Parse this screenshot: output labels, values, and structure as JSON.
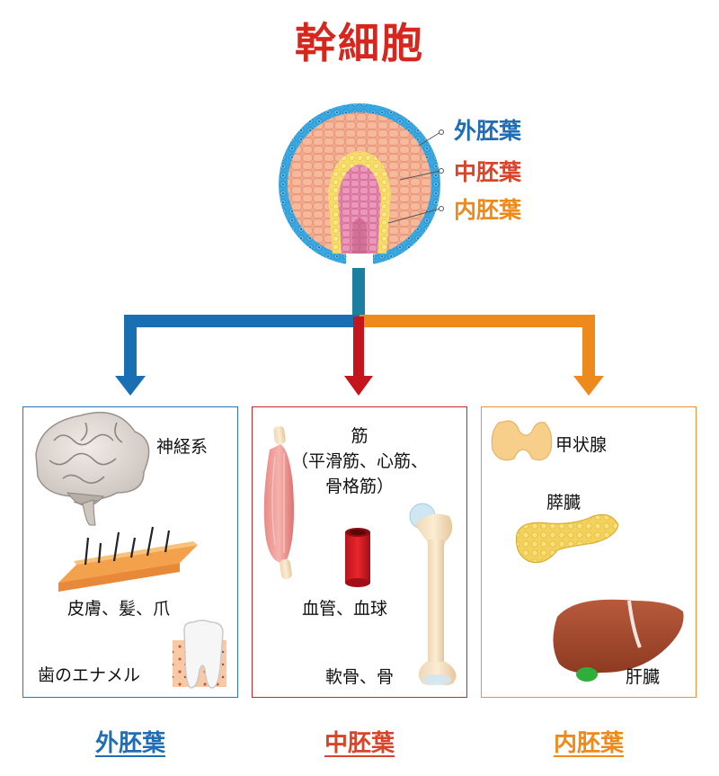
{
  "title": "幹細胞",
  "germ_layers": {
    "ectoderm": "外胚葉",
    "mesoderm": "中胚葉",
    "endoderm": "内胚葉"
  },
  "panels": {
    "ectoderm": {
      "items": [
        "神経系",
        "皮膚、髪、爪",
        "歯のエナメル"
      ]
    },
    "mesoderm": {
      "muscle_title": "筋",
      "muscle_line2": "（平滑筋、心筋、",
      "muscle_line3": "骨格筋）",
      "blood": "血管、血球",
      "bone": "軟骨、骨"
    },
    "endoderm": {
      "items": [
        "甲状腺",
        "膵臓",
        "肝臓"
      ]
    }
  },
  "footer": {
    "ectoderm": "外胚葉",
    "mesoderm": "中胚葉",
    "endoderm": "内胚葉"
  },
  "colors": {
    "title": "#d7261e",
    "ectoderm": "#1f6db5",
    "mesoderm": "#d8452a",
    "endoderm": "#ee8a1c",
    "stem": "#1a7fa0"
  }
}
